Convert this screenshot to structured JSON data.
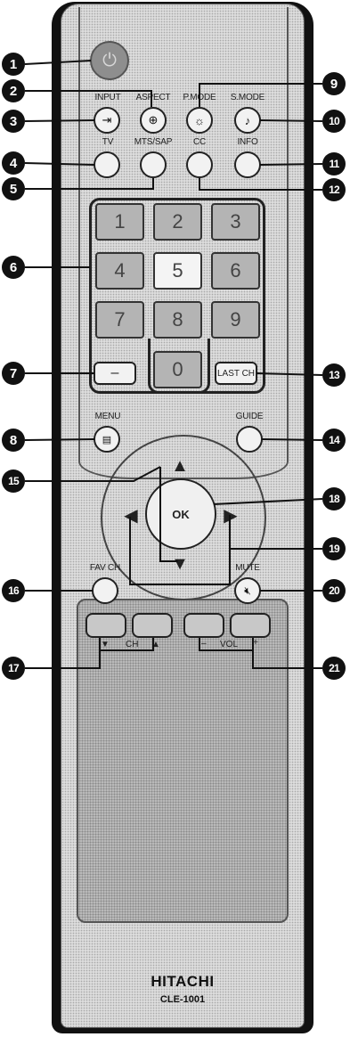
{
  "buttons": {
    "input": "INPUT",
    "aspect": "ASPECT",
    "pmode": "P.MODE",
    "smode": "S.MODE",
    "tv": "TV",
    "mts": "MTS/SAP",
    "cc": "CC",
    "info": "INFO",
    "menu": "MENU",
    "guide": "GUIDE",
    "ok": "OK",
    "favch": "FAV CH",
    "mute": "MUTE",
    "dash": "–",
    "lastch": "LAST CH"
  },
  "numpad": [
    "1",
    "2",
    "3",
    "4",
    "5",
    "6",
    "7",
    "8",
    "9",
    "0"
  ],
  "lower": {
    "ch_label": "CH",
    "vol_label": "VOL",
    "ch_down": "▼",
    "ch_up": "▲",
    "vol_down": "–",
    "vol_up": "+"
  },
  "brand": "HITACHI",
  "model": "CLE-1001",
  "callouts": [
    "1",
    "2",
    "3",
    "4",
    "5",
    "6",
    "7",
    "8",
    "9",
    "10",
    "11",
    "12",
    "13",
    "14",
    "15",
    "16",
    "17",
    "18",
    "19",
    "20",
    "21"
  ]
}
